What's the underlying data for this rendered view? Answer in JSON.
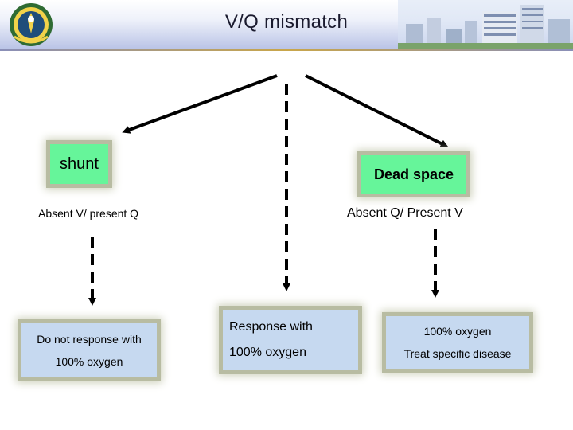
{
  "title": "V/Q mismatch",
  "shunt": {
    "label": "shunt",
    "caption": "Absent V/ present Q",
    "result": [
      "Do not response with",
      "100% oxygen"
    ]
  },
  "middle": {
    "result": [
      "Response with",
      "100% oxygen"
    ]
  },
  "dead_space": {
    "label": "Dead space",
    "caption": "Absent Q/ Present V",
    "result": [
      "100% oxygen",
      "Treat specific disease"
    ]
  },
  "colors": {
    "node_fill": "#66f59a",
    "result_fill": "#c6d9f0",
    "arrow": "#000000"
  },
  "icons": [
    "university-seal-icon",
    "hospital-buildings-icon"
  ]
}
